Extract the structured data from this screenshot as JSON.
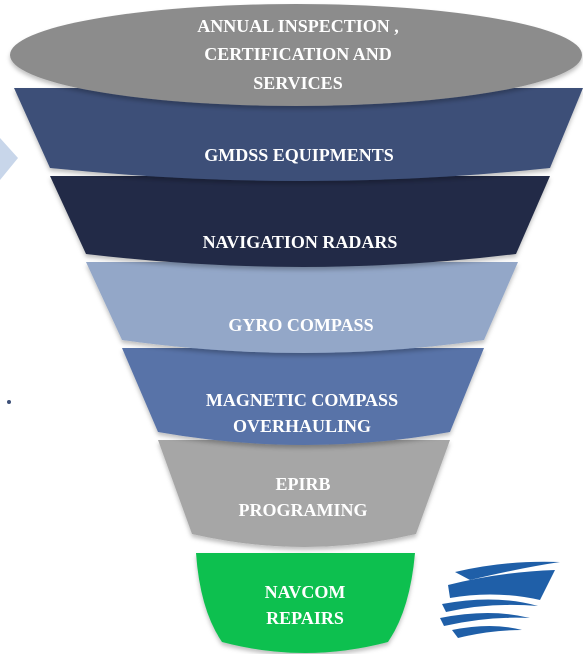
{
  "funnel": {
    "stages": [
      {
        "lines": [
          "ANNUAL INSPECTION ,",
          "CERTIFICATION AND",
          "SERVICES"
        ],
        "color": "#8c8c8c"
      },
      {
        "lines": [
          "GMDSS EQUIPMENTS"
        ],
        "color": "#3d5078"
      },
      {
        "lines": [
          "NAVIGATION RADARS"
        ],
        "color": "#232c46"
      },
      {
        "lines": [
          "GYRO COMPASS"
        ],
        "color": "#93a7c8"
      },
      {
        "lines": [
          "MAGNETIC COMPASS",
          "OVERHAULING"
        ],
        "color": "#5873a8"
      },
      {
        "lines": [
          "EPIRB",
          "PROGRAMING"
        ],
        "color": "#a6a6a6"
      },
      {
        "lines": [
          "NAVCOM",
          "REPAIRS"
        ],
        "color": "#10c050"
      }
    ]
  },
  "logo": {
    "name": "ship-wave-logo-icon",
    "color": "#1f5fa8"
  },
  "decor": {
    "arrow_color": "#c8d6ea"
  }
}
